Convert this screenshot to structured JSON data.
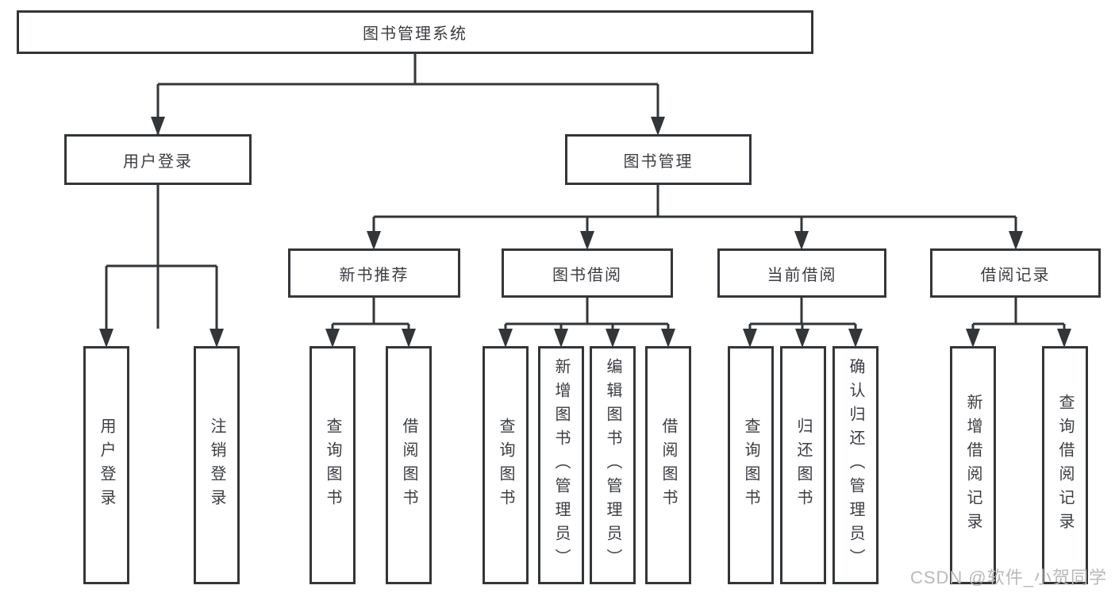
{
  "diagram_type": "hierarchy-tree",
  "tree": {
    "root": "图书管理系统",
    "children": [
      {
        "label": "用户登录",
        "leaves": [
          "用户登录",
          "注销登录"
        ]
      },
      {
        "label": "图书管理",
        "children": [
          {
            "label": "新书推荐",
            "leaves": [
              "查询图书",
              "借阅图书"
            ]
          },
          {
            "label": "图书借阅",
            "leaves": [
              "查询图书",
              "新增图书（管理员）",
              "编辑图书（管理员）",
              "借阅图书"
            ]
          },
          {
            "label": "当前借阅",
            "leaves": [
              "查询图书",
              "归还图书",
              "确认归还（管理员）"
            ]
          },
          {
            "label": "借阅记录",
            "leaves": [
              "新增借阅记录",
              "查询借阅记录"
            ]
          }
        ]
      }
    ]
  },
  "watermark": {
    "text": "CSDN @软件_小贺同学"
  },
  "colors": {
    "line": "#333639",
    "box_border": "#333639",
    "text": "#3b3d42",
    "background": "#ffffff",
    "watermark": "#b9b9b9"
  }
}
